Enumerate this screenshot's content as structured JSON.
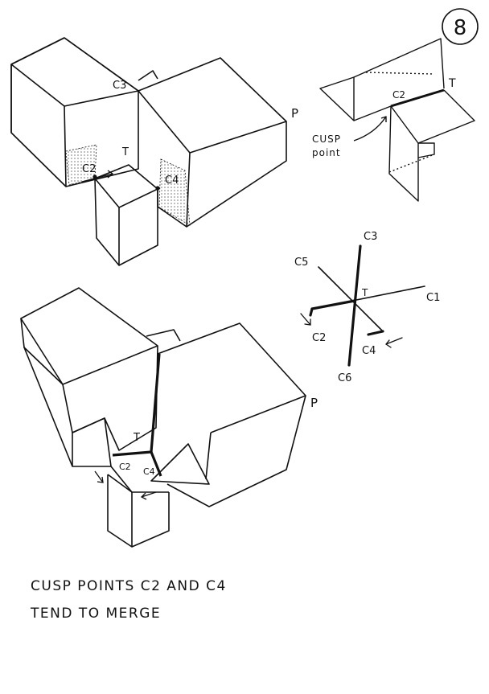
{
  "page_number": "8",
  "top_figure": {
    "labels": {
      "c3": "C3",
      "t": "T",
      "c2": "C2",
      "c4": "C4",
      "p": "P"
    }
  },
  "inset_figure": {
    "labels": {
      "c2": "C2",
      "t": "T",
      "cusp_line1": "CUSP",
      "cusp_line2": "point"
    }
  },
  "star_figure": {
    "labels": {
      "c3": "C3",
      "c5": "C5",
      "t": "T",
      "c1": "C1",
      "c2": "C2",
      "c4": "C4",
      "c6": "C6"
    }
  },
  "bottom_figure": {
    "labels": {
      "p": "P",
      "t": "T",
      "c2": "C2",
      "c4": "C4"
    }
  },
  "caption": {
    "line1": "CUSP POINTS C2 AND C4",
    "line2": "TEND TO MERGE"
  }
}
